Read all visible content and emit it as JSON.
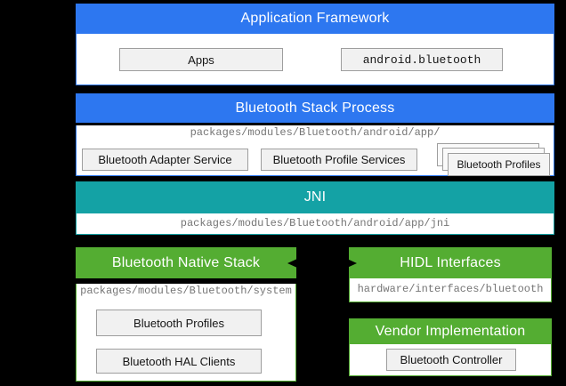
{
  "colors": {
    "blue": "#2D77F0",
    "teal": "#14A2A5",
    "green": "#54AD32",
    "inner_box_bg": "#F1F1F1",
    "inner_box_border": "#9E9E9E",
    "path_text": "#757575",
    "background": "#000000"
  },
  "icons": {
    "native_hidl_link": "double-headed-horizontal-arrow"
  },
  "sections": {
    "application_framework": {
      "title": "Application Framework",
      "boxes": {
        "apps": "Apps",
        "android_bluetooth": "android.bluetooth"
      }
    },
    "bluetooth_stack_process": {
      "title": "Bluetooth Stack Process",
      "path": "packages/modules/Bluetooth/android/app/",
      "boxes": {
        "adapter_service": "Bluetooth Adapter Service",
        "profile_services": "Bluetooth Profile Services",
        "profiles_stack": "Bluetooth Profiles"
      }
    },
    "jni": {
      "title": "JNI",
      "path": "packages/modules/Bluetooth/android/app/jni"
    },
    "bluetooth_native_stack": {
      "title": "Bluetooth Native Stack",
      "path": "packages/modules/Bluetooth/system",
      "boxes": {
        "profiles": "Bluetooth Profiles",
        "hal_clients": "Bluetooth HAL Clients"
      }
    },
    "hidl_interfaces": {
      "title": "HIDL Interfaces",
      "path": "hardware/interfaces/bluetooth"
    },
    "vendor_implementation": {
      "title": "Vendor Implementation",
      "boxes": {
        "controller": "Bluetooth Controller"
      }
    }
  }
}
